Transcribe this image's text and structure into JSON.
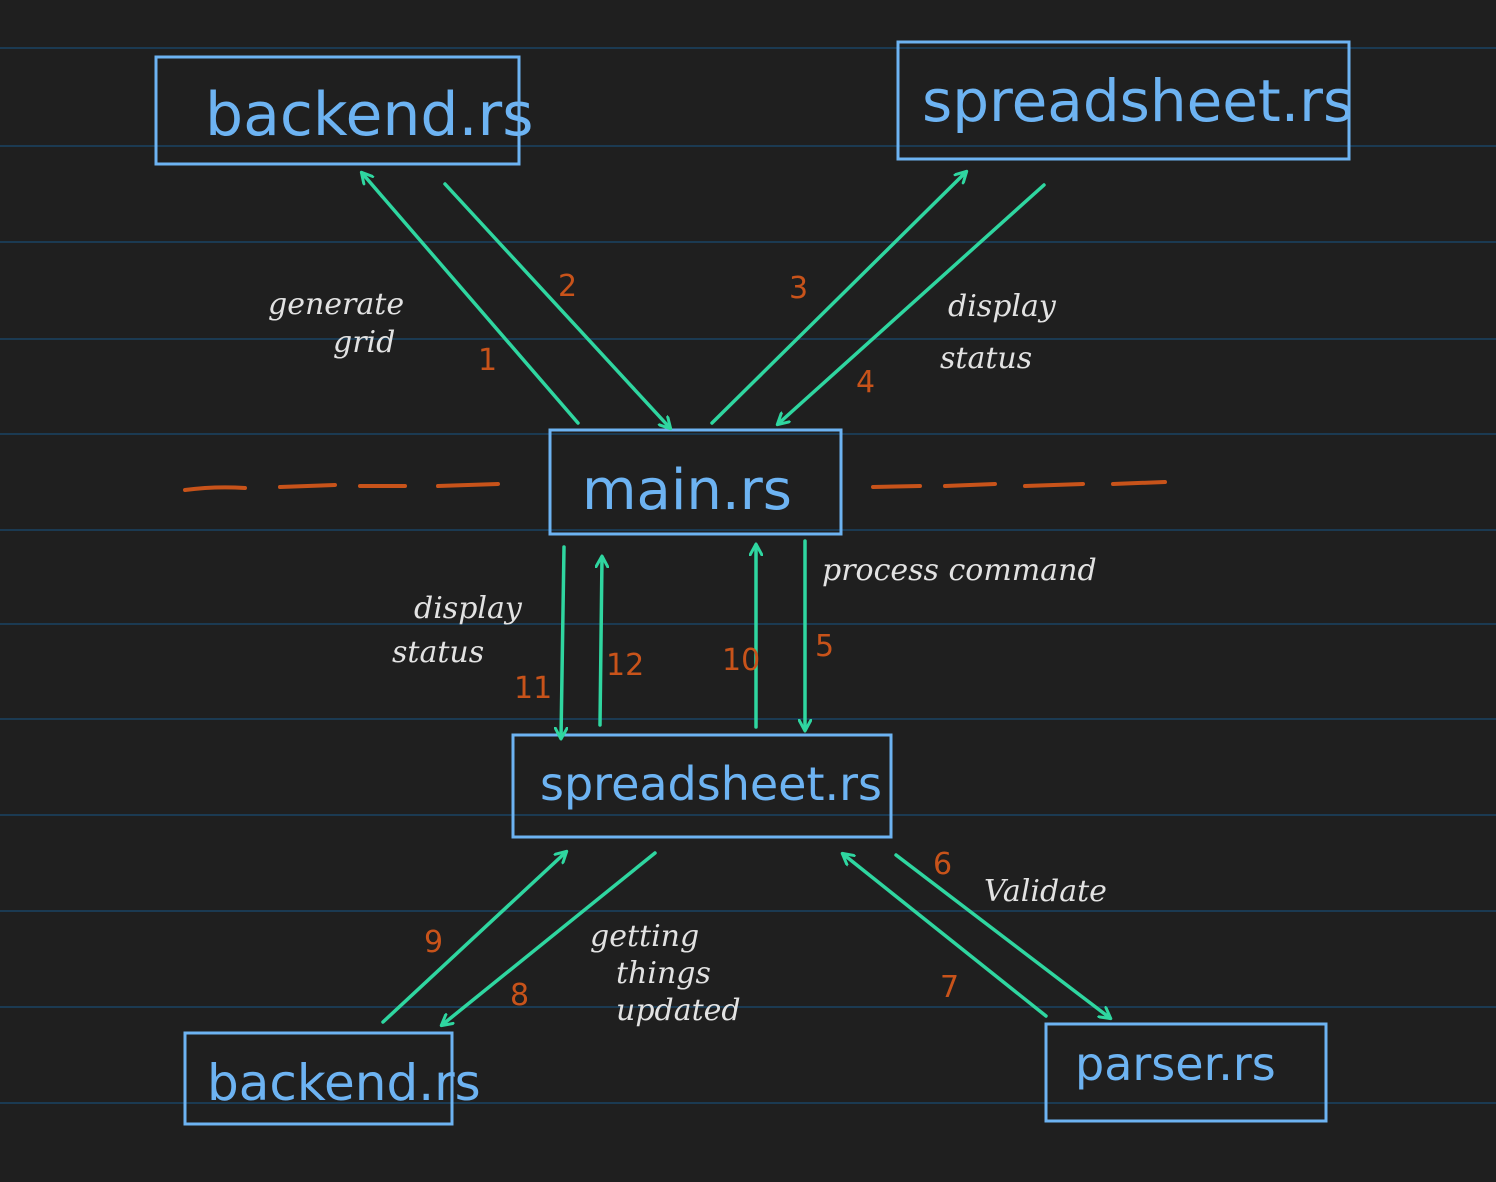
{
  "colors": {
    "background": "#1f1f1f",
    "ruled_lines": "#1b3a52",
    "box_stroke": "#6db3f2",
    "arrow": "#2fd6a0",
    "step_number": "#c8531a",
    "note_text": "#e2e2e2",
    "divider": "#c8531a"
  },
  "nodes": {
    "top_backend": "backend.rs",
    "top_spreadsheet": "spreadsheet.rs",
    "main": "main.rs",
    "mid_spreadsheet": "spreadsheet.rs",
    "bottom_backend": "backend.rs",
    "bottom_parser": "parser.rs"
  },
  "notes": {
    "generate_1": "generate",
    "generate_2": "grid",
    "display_top_1": "display",
    "display_top_2": "status",
    "process": "process command",
    "display_mid_1": "display",
    "display_mid_2": "status",
    "validate": "Validate",
    "getting_1": "getting",
    "getting_2": "things",
    "getting_3": "updated"
  },
  "steps": {
    "s1": "1",
    "s2": "2",
    "s3": "3",
    "s4": "4",
    "s5": "5",
    "s6": "6",
    "s7": "7",
    "s8": "8",
    "s9": "9",
    "s10": "10",
    "s11": "11",
    "s12": "12"
  }
}
